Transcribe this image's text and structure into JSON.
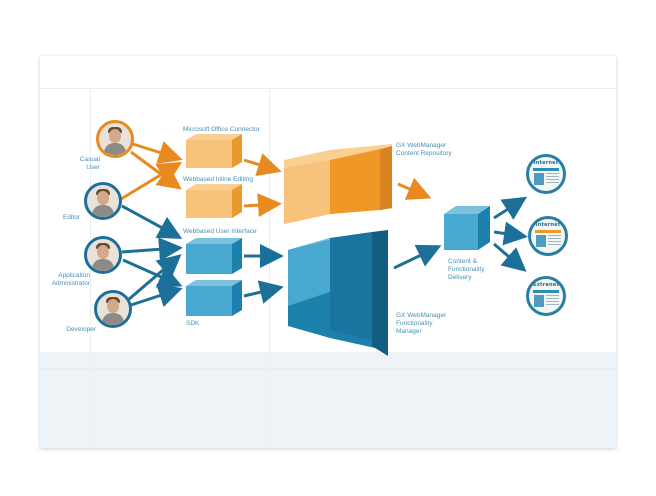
{
  "users": [
    {
      "label": "Casual\nUser",
      "ring": "#e88a20"
    },
    {
      "label": "Editor",
      "ring": "#1c6f98"
    },
    {
      "label": "Application\nAdministrator",
      "ring": "#1c6f98"
    },
    {
      "label": "Developer",
      "ring": "#1c6f98"
    }
  ],
  "interfaces": {
    "office": "Microsoft Office Connector",
    "inline": "Webbased Inline Editing",
    "ui": "Webbased User Interface",
    "sdk": "SDK"
  },
  "core": {
    "repository": "GX WebManager\nContent Repository",
    "functionality": "GX WebManager\nFunctionality\nManager",
    "delivery": "Content &\nFunctionality\nDelivery"
  },
  "sites": [
    {
      "title": "Internet"
    },
    {
      "title": "Internet"
    },
    {
      "title": "Extranet"
    }
  ],
  "colors": {
    "orange": "#f2a23c",
    "orange_light": "#f7c27a",
    "blue": "#1d7fac",
    "blue_light": "#49a8cf",
    "arrow_orange": "#e88a20",
    "arrow_blue": "#1c6f98",
    "label": "#4a8fb6"
  }
}
